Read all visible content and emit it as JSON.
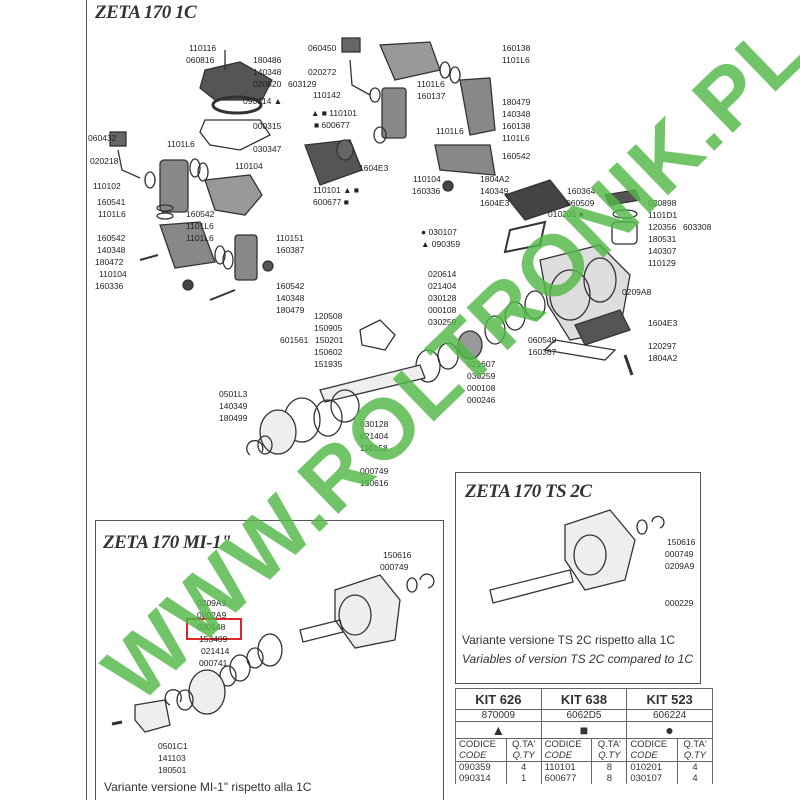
{
  "main": {
    "title": "ZETA 170 1C",
    "labels": [
      "110116",
      "060816",
      "180486",
      "140348",
      "020820",
      "603129",
      "090314 ▲",
      "000315",
      "030347",
      "110104",
      "060432",
      "020218",
      "110102",
      "160541",
      "1101L6",
      "160542",
      "140348",
      "180472",
      "110104",
      "160336",
      "1101L6",
      "160542",
      "1101L6",
      "1101L6",
      "110151",
      "160387",
      "160542",
      "140348",
      "180479",
      "060450",
      "020272",
      "110142",
      "▲ ■ 110101",
      "■ 600677",
      "1604E3",
      "110101 ▲ ■",
      "600677 ■",
      "1101L6",
      "160137",
      "1101L6",
      "110104",
      "160336",
      "160138",
      "1101L6",
      "180479",
      "140348",
      "160138",
      "1101L6",
      "160542",
      "1804A2",
      "140349",
      "1604E3",
      "160364",
      "060509",
      "010201 ●",
      "020898",
      "1101D1",
      "120356",
      "180531",
      "140307",
      "110129",
      "603308",
      "● 030107",
      "▲ 090359",
      "020614",
      "021404",
      "030128",
      "000108",
      "030259",
      "0209A8",
      "1604E3",
      "060549",
      "160367",
      "120297",
      "1804A2",
      "120508",
      "150905",
      "601561",
      "150201",
      "150602",
      "151935",
      "021607",
      "030259",
      "000108",
      "000246",
      "0501L3",
      "140349",
      "180499",
      "030128",
      "021404",
      "110158",
      "000749",
      "150616"
    ]
  },
  "mi1": {
    "title": "ZETA 170 MI-1\"",
    "labels": [
      "150616",
      "000749",
      "0209A9",
      "0002A9",
      "030148",
      "153409",
      "021414",
      "000741",
      "0501C1",
      "141103",
      "180501"
    ],
    "caption": "Variante versione MI-1\" rispetto alla 1C",
    "highlighted_code": "030148",
    "highlight_color": "#e0262b"
  },
  "ts2c": {
    "title": "ZETA 170 TS 2C",
    "labels": [
      "150616",
      "000749",
      "0209A9",
      "000229"
    ],
    "caption_it": "Variante versione TS 2C rispetto alla 1C",
    "caption_en": "Variables of version TS 2C compared to 1C"
  },
  "kits": {
    "headers": [
      {
        "name": "KIT 626",
        "code": "870009",
        "symbol": "▲"
      },
      {
        "name": "KIT 638",
        "code": "6062D5",
        "symbol": "■"
      },
      {
        "name": "KIT 523",
        "code": "606224",
        "symbol": "●"
      }
    ],
    "col_code": "CODICE",
    "col_code_en": "CODE",
    "col_qty": "Q.TA'",
    "col_qty_en": "Q.TY",
    "rows": [
      [
        [
          "090359",
          "4"
        ],
        [
          "110101",
          "8"
        ],
        [
          "010201",
          "4"
        ]
      ],
      [
        [
          "090314",
          "1"
        ],
        [
          "600677",
          "8"
        ],
        [
          "030107",
          "4"
        ]
      ]
    ]
  },
  "watermark": "WWW.ROLTRONIK.PL",
  "watermark_color": "#53b948"
}
